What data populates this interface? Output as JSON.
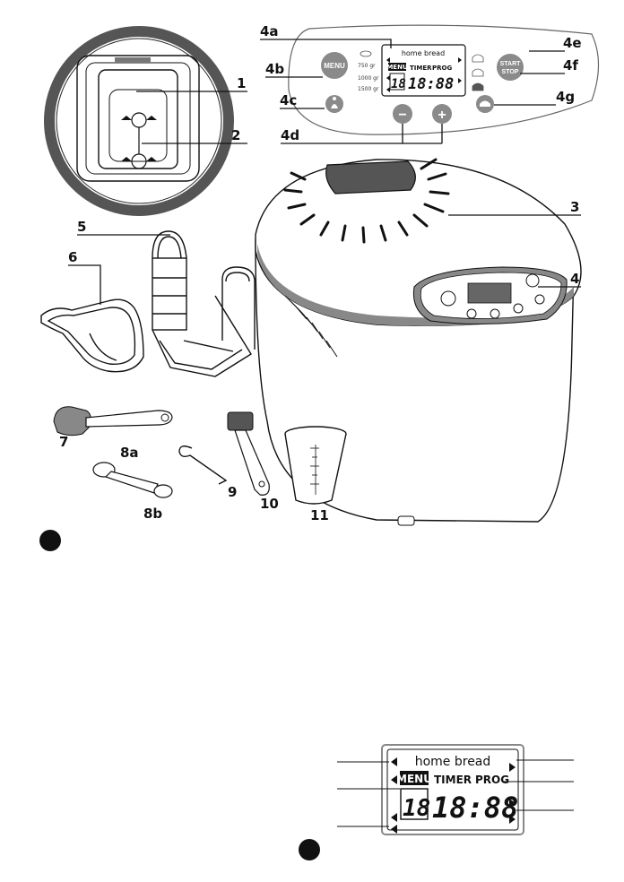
{
  "callouts": {
    "c1": "1",
    "c2": "2",
    "c3": "3",
    "c4": "4",
    "c4a": "4a",
    "c4b": "4b",
    "c4c": "4c",
    "c4d": "4d",
    "c4e": "4e",
    "c4f": "4f",
    "c4g": "4g",
    "c5": "5",
    "c6": "6",
    "c7": "7",
    "c8a": "8a",
    "c8b": "8b",
    "c9": "9",
    "c10": "10",
    "c11": "11"
  },
  "panel": {
    "menu_button": "MENU",
    "start_line1": "START",
    "start_line2": "STOP",
    "weight_750": "750 gr",
    "weight_1000": "1000 gr",
    "weight_1500": "1500 gr",
    "minus": "−",
    "plus": "+"
  },
  "lcd": {
    "brand": "home bread",
    "menu": "MENU",
    "timer": "TIMER",
    "prog": "PROG",
    "program_digits": "18",
    "time_digits": "18:88"
  },
  "colors": {
    "button_gray": "#8a8a8a",
    "outline": "#111111"
  }
}
